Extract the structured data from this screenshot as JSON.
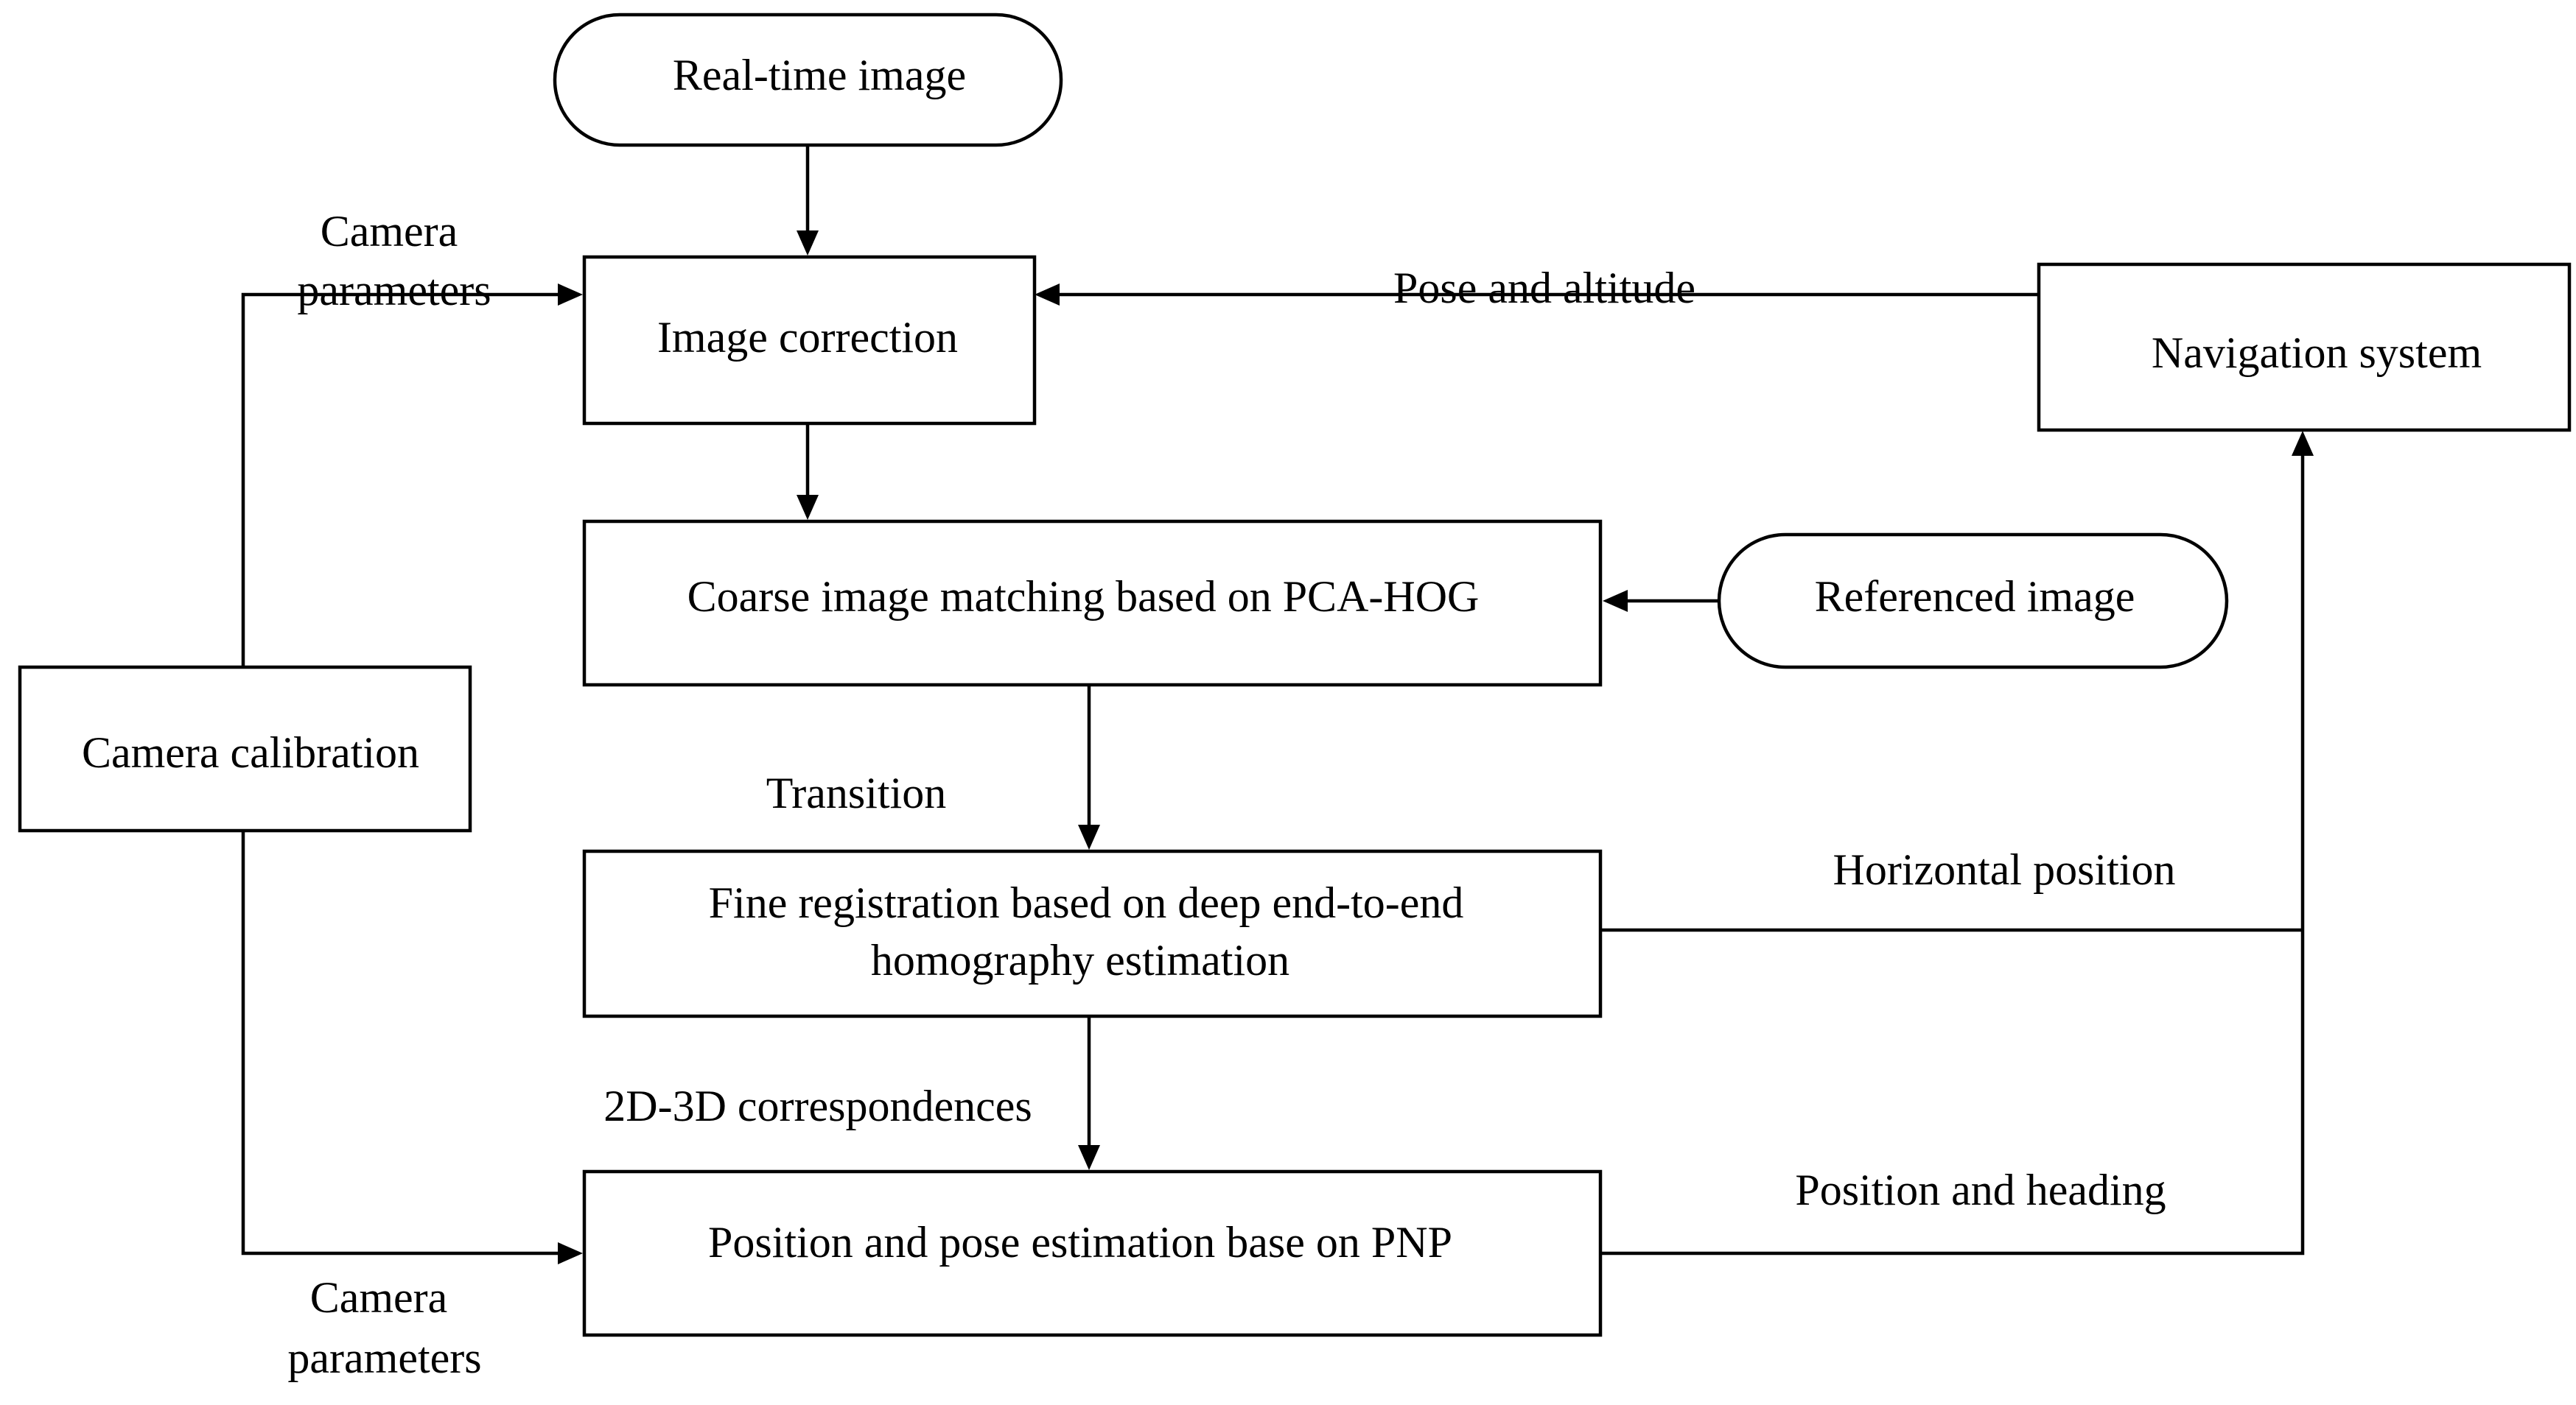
{
  "nodes": {
    "realtime_image": "Real-time image",
    "image_correction": "Image correction",
    "navigation_system": "Navigation system",
    "coarse_matching": "Coarse image matching based on PCA-HOG",
    "referenced_image": "Referenced image",
    "camera_calibration": "Camera calibration",
    "fine_registration_line1": "Fine registration based on deep end-to-end",
    "fine_registration_line2": "homography estimation",
    "pose_estimation": "Position and pose estimation base on PNP"
  },
  "edges": {
    "camera_params_top_line1": "Camera",
    "camera_params_top_line2": "parameters",
    "pose_altitude": "Pose and altitude",
    "transition": "Transition",
    "horizontal_position": "Horizontal position",
    "correspondences": "2D-3D correspondences",
    "position_heading": "Position and heading",
    "camera_params_bottom_line1": "Camera",
    "camera_params_bottom_line2": "parameters"
  }
}
